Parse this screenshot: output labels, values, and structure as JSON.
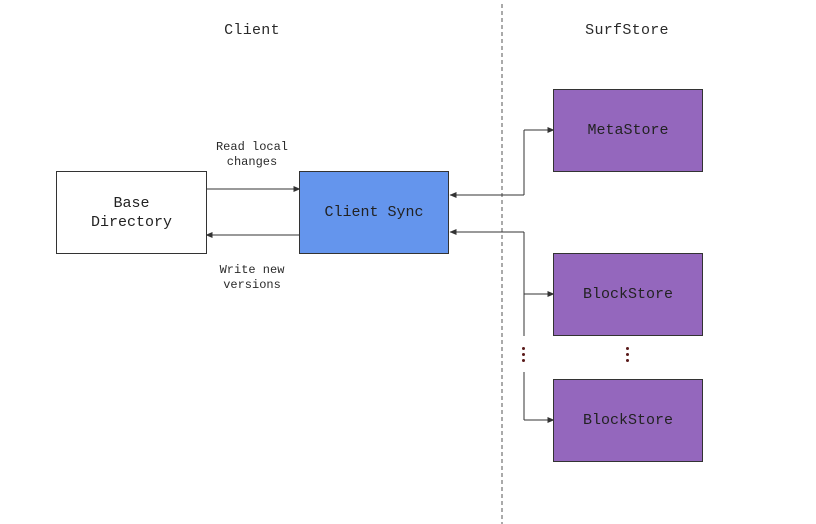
{
  "headings": {
    "client": "Client",
    "surfstore": "SurfStore"
  },
  "nodes": {
    "base_directory": {
      "label": "Base\nDirectory",
      "fill": "#ffffff"
    },
    "client_sync": {
      "label": "Client Sync",
      "fill": "#6495ed"
    },
    "metastore": {
      "label": "MetaStore",
      "fill": "#9467bd"
    },
    "blockstore_1": {
      "label": "BlockStore",
      "fill": "#9467bd"
    },
    "blockstore_2": {
      "label": "BlockStore",
      "fill": "#9467bd"
    }
  },
  "edges": {
    "read_local_changes": "Read local\nchanges",
    "write_new_versions": "Write new\nversions"
  },
  "colors": {
    "line": "#333333",
    "divider": "#555555",
    "ellipsis": "#5a1a1a"
  }
}
